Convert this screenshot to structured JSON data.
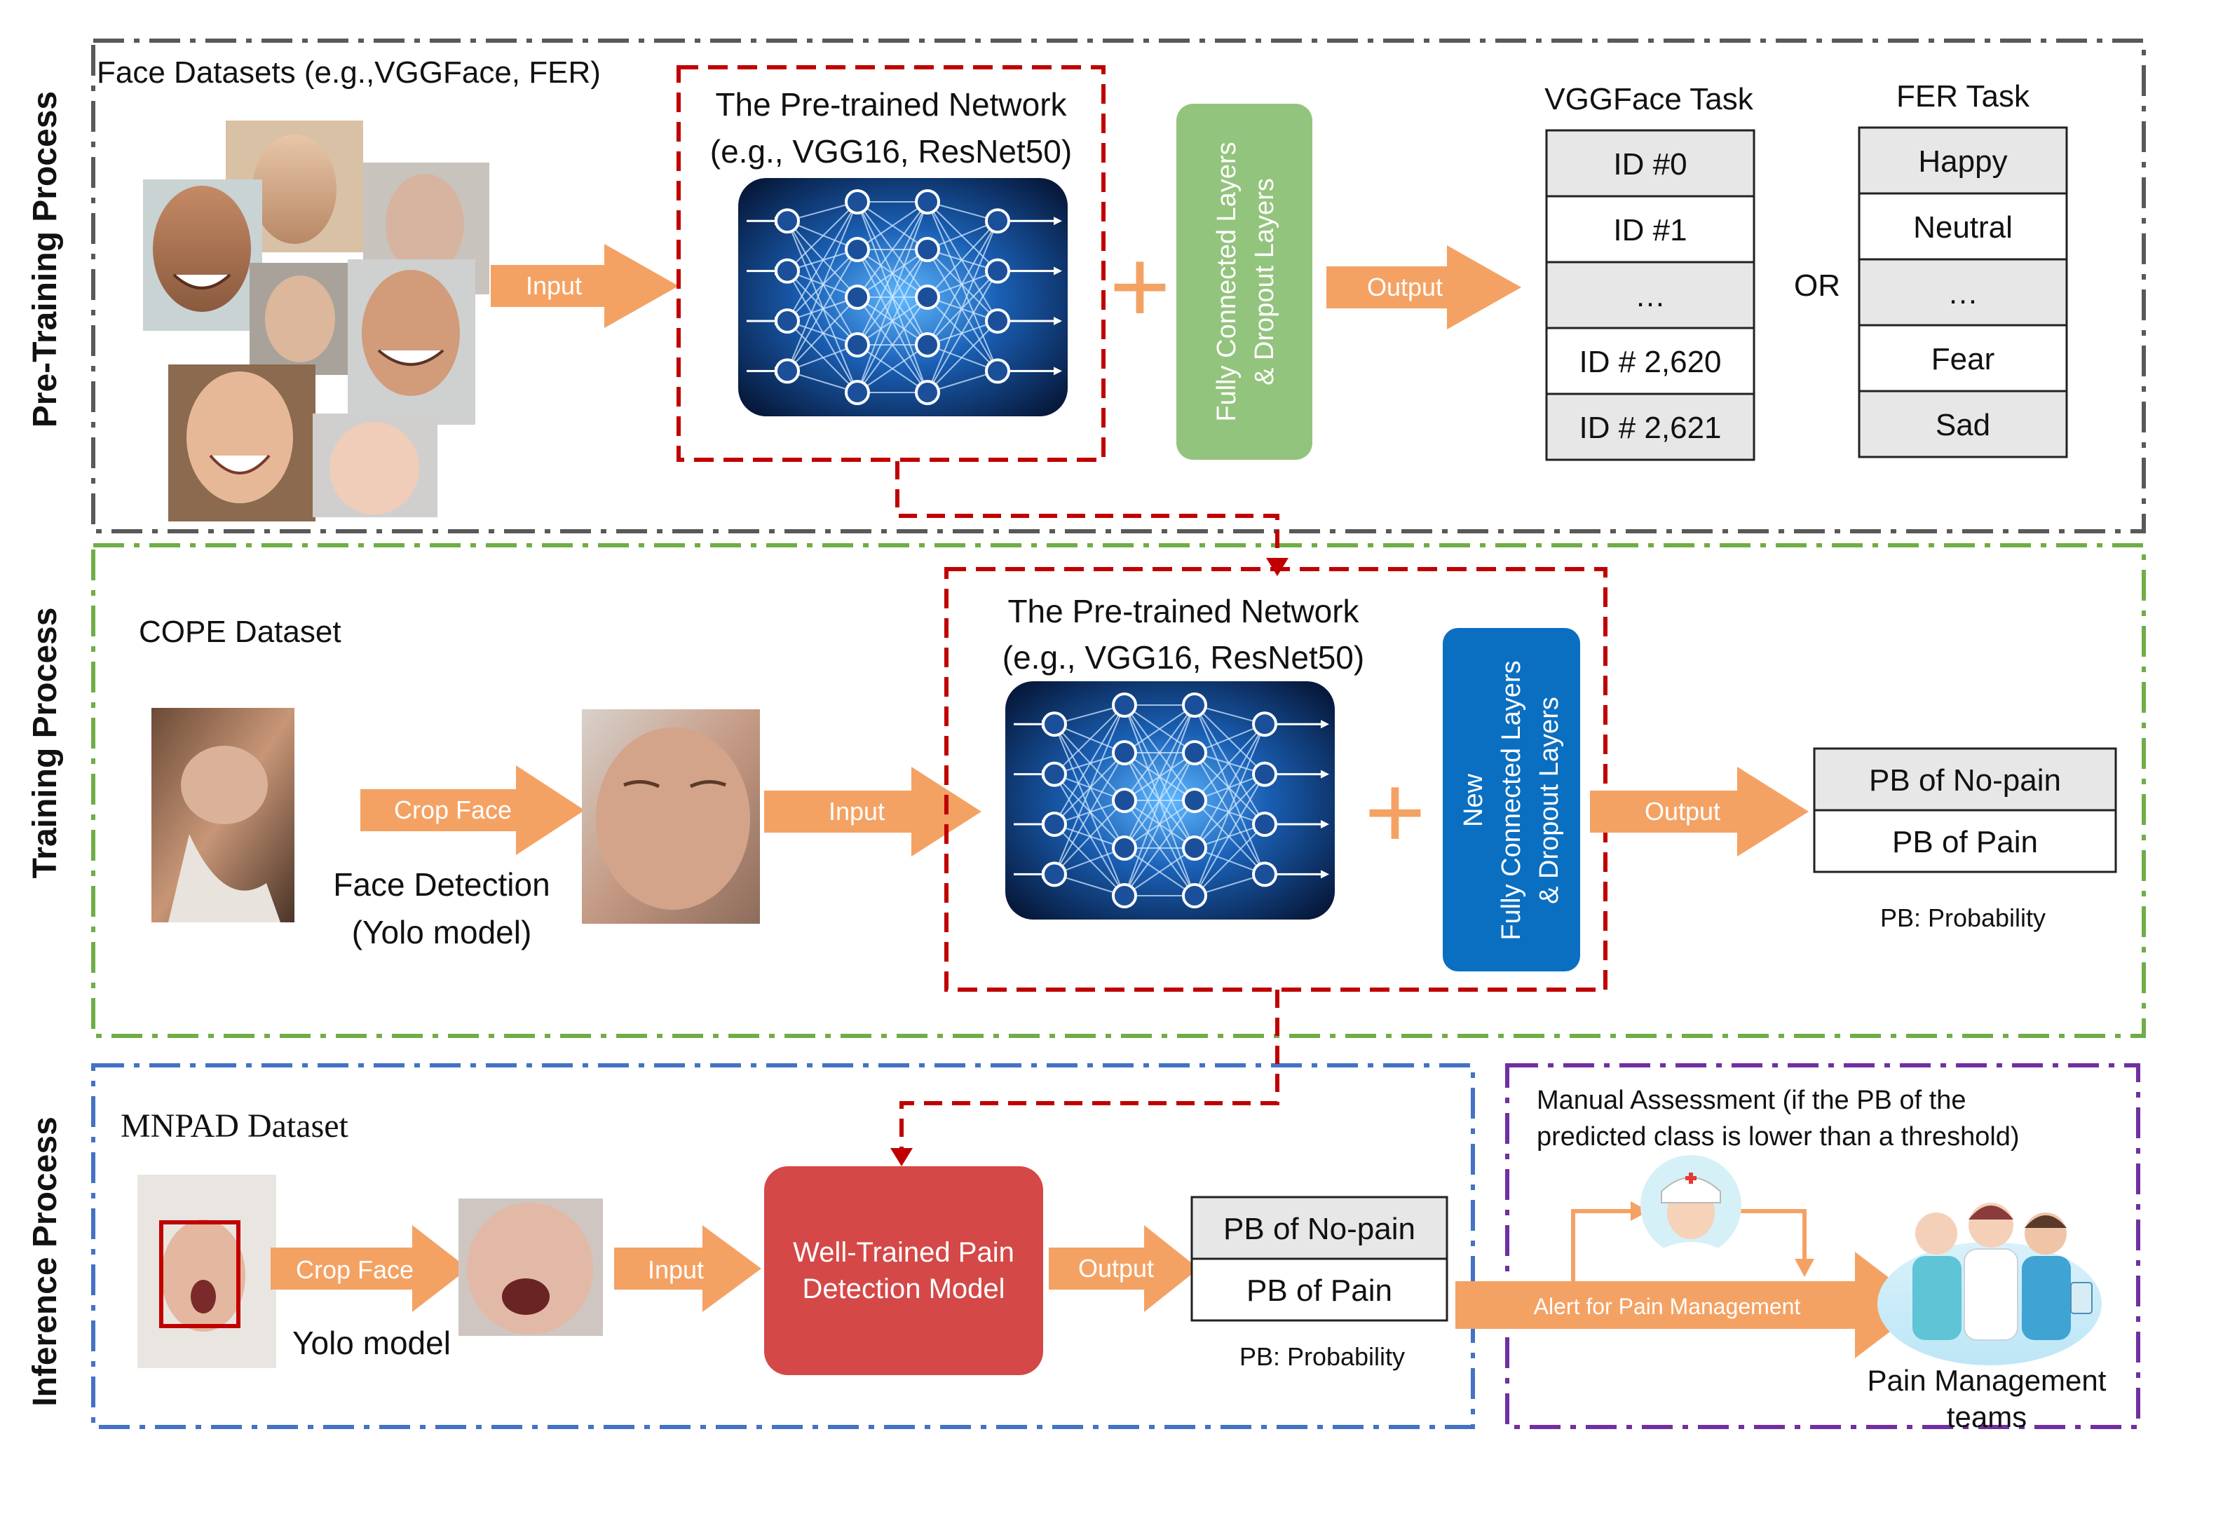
{
  "colors": {
    "pretraining_border": "#595959",
    "training_border": "#70ad47",
    "inference_border": "#4472c4",
    "manual_border": "#7030a0",
    "network_border": "#c00000",
    "arrow_orange": "#f4a264",
    "fc_green": "#93c47d",
    "fc_blue": "#0b6fc1",
    "model_red": "#d44848",
    "class_gray": "#e7e7e7"
  },
  "sections": {
    "pretraining": "Pre-Training Process",
    "training": "Training Process",
    "inference": "Inference Process"
  },
  "pretraining": {
    "datasets_title": "Face Datasets (e.g.,VGGFace, FER)",
    "input_label": "Input",
    "network_title_1": "The Pre-trained Network",
    "network_title_2": "(e.g., VGG16, ResNet50)",
    "plus": "+",
    "fc_line1": "Fully Connected Layers",
    "fc_line2": "& Dropout Layers",
    "output_label": "Output",
    "vgg_task_title": "VGGFace Task",
    "vgg_classes": [
      "ID #0",
      "ID #1",
      "…",
      "ID # 2,620",
      "ID # 2,621"
    ],
    "or_label": "OR",
    "fer_task_title": "FER Task",
    "fer_classes": [
      "Happy",
      "Neutral",
      "…",
      "Fear",
      "Sad"
    ]
  },
  "training": {
    "dataset_title": "COPE Dataset",
    "crop_label": "Crop Face",
    "detect_line1": "Face Detection",
    "detect_line2": "(Yolo model)",
    "input_label": "Input",
    "network_title_1": "The Pre-trained Network",
    "network_title_2": "(e.g., VGG16, ResNet50)",
    "plus": "+",
    "fc_line0": "New",
    "fc_line1": "Fully Connected Layers",
    "fc_line2": "& Dropout Layers",
    "output_label": "Output",
    "classes": [
      "PB of No-pain",
      "PB of Pain"
    ],
    "pb_note": "PB: Probability"
  },
  "inference": {
    "dataset_title": "MNPAD Dataset",
    "crop_label": "Crop Face",
    "yolo_label": "Yolo model",
    "input_label": "Input",
    "model_line1": "Well-Trained Pain",
    "model_line2": "Detection Model",
    "output_label": "Output",
    "classes": [
      "PB of No-pain",
      "PB of Pain"
    ],
    "pb_note": "PB: Probability",
    "alert_label": "Alert for Pain Management"
  },
  "manual": {
    "line1": "Manual Assessment (if the PB of the",
    "line2": "predicted class is lower than a threshold)",
    "team_line1": "Pain Management",
    "team_line2": "teams"
  }
}
